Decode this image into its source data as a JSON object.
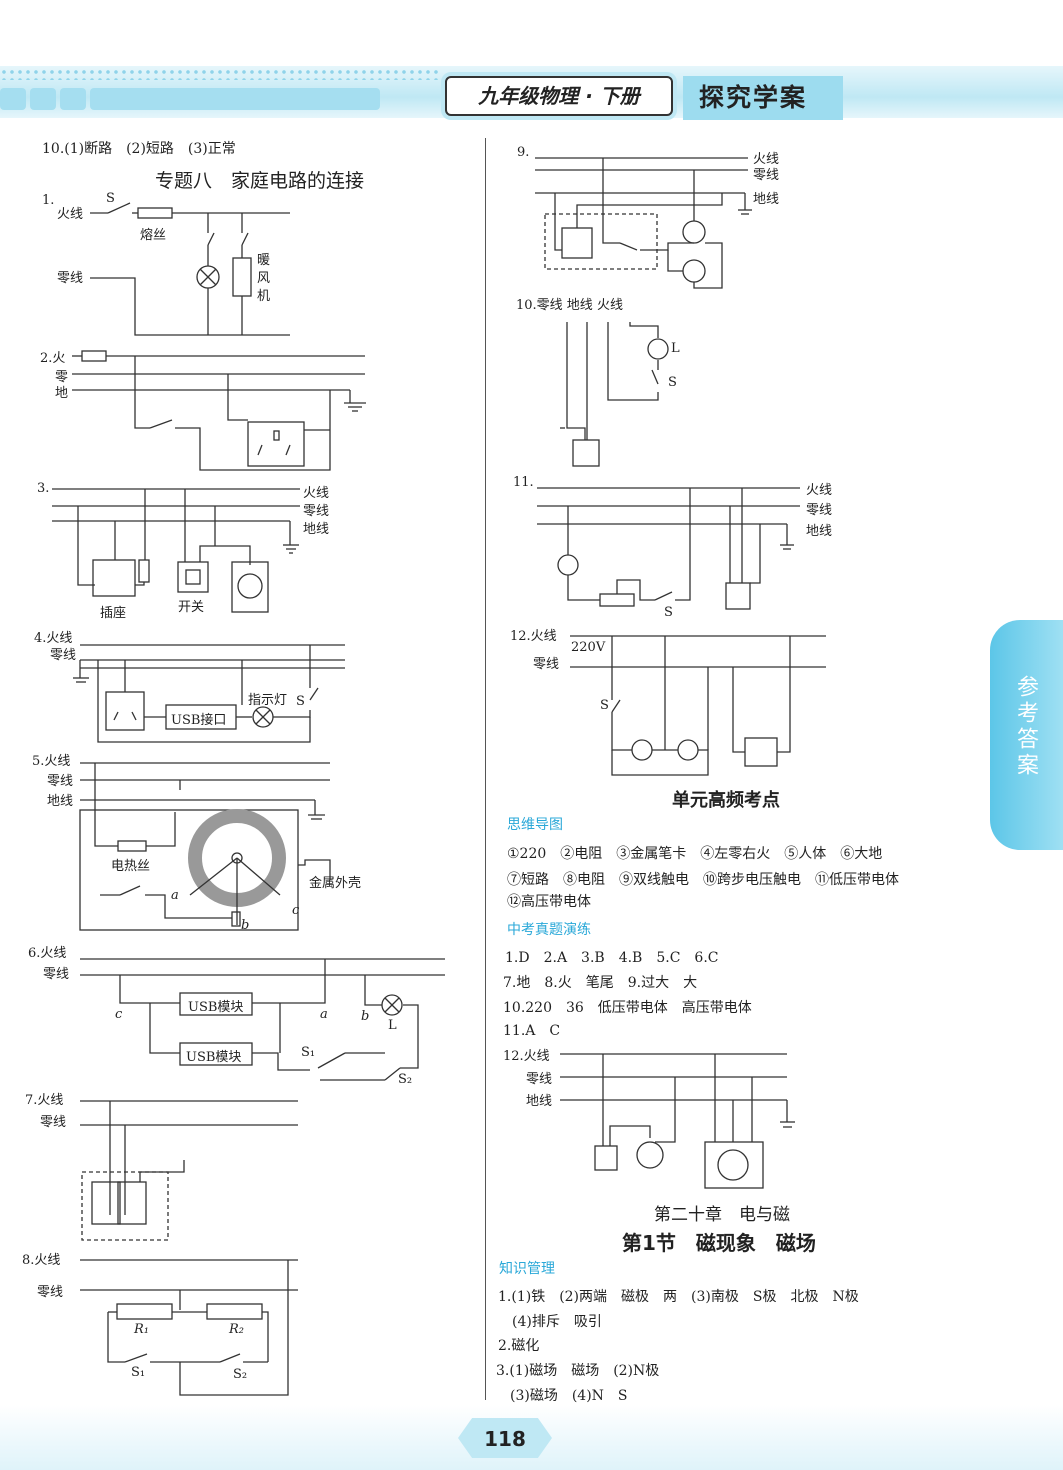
{
  "header": {
    "book_title": "九年级物理 · 下册",
    "brand": "探究学案",
    "side_tab": "参考答案"
  },
  "left": {
    "q10": "10.(1)断路　(2)短路　(3)正常",
    "topic_title": "专题八　家庭电路的连接",
    "d1": {
      "num": "1.",
      "live": "火线",
      "s": "S",
      "fuse": "熔丝",
      "neutral": "零线",
      "heater": "暖风机"
    },
    "d2": {
      "num": "2.火",
      "neutral": "零",
      "earth": "地"
    },
    "d3": {
      "num": "3.",
      "live": "火线",
      "neutral": "零线",
      "earth": "地线",
      "socket": "插座",
      "switch": "开关"
    },
    "d4": {
      "num": "4.火线",
      "neutral": "零线",
      "usb": "USB接口",
      "indicator": "指示灯",
      "s": "S"
    },
    "d5": {
      "num": "5.火线",
      "neutral": "零线",
      "earth": "地线",
      "wire": "电热丝",
      "shell": "金属外壳",
      "a": "a",
      "b": "b",
      "c": "c"
    },
    "d6": {
      "num": "6.火线",
      "neutral": "零线",
      "usb1": "USB模块",
      "usb2": "USB模块",
      "a": "a",
      "b": "b",
      "c": "c",
      "l": "L",
      "s1": "S₁",
      "s2": "S₂"
    },
    "d7": {
      "num": "7.火线",
      "neutral": "零线"
    },
    "d8": {
      "num": "8.火线",
      "neutral": "零线",
      "r1": "R₁",
      "r2": "R₂",
      "s1": "S₁",
      "s2": "S₂"
    }
  },
  "right": {
    "d9": {
      "num": "9.",
      "live": "火线",
      "neutral": "零线",
      "earth": "地线"
    },
    "d10": {
      "num": "10.零线 地线 火线",
      "l": "L",
      "s": "S"
    },
    "d11": {
      "num": "11.",
      "live": "火线",
      "neutral": "零线",
      "earth": "地线",
      "s": "S"
    },
    "d12": {
      "num": "12.火线",
      "neutral": "零线",
      "v": "220V",
      "s": "S"
    },
    "unit_title": "单元高频考点",
    "mind_map_label": "思维导图",
    "mind_map": [
      [
        "①220",
        "②电阻",
        "③金属笔卡",
        "④左零右火",
        "⑤人体",
        "⑥大地"
      ],
      [
        "⑦短路",
        "⑧电阻",
        "⑨双线触电",
        "⑩跨步电压触电",
        "⑪低压带电体"
      ],
      [
        "⑫高压带电体"
      ]
    ],
    "exam_label": "中考真题演练",
    "exam": [
      "1.D　2.A　3.B　4.B　5.C　6.C",
      "7.地　8.火　笔尾　9.过大　大",
      "10.220　36　低压带电体　高压带电体",
      "11.A　C"
    ],
    "d12b": {
      "num": "12.火线",
      "neutral": "零线",
      "earth": "地线"
    },
    "chapter": "第二十章　电与磁",
    "section": "第1节　磁现象　磁场",
    "knowledge_label": "知识管理",
    "knowledge": [
      "1.(1)铁　(2)两端　磁极　两　(3)南极　S极　北极　N极",
      "　(4)排斥　吸引",
      "2.磁化",
      "3.(1)磁场　磁场　(2)N极",
      "　(3)磁场　(4)N　S"
    ]
  },
  "footer": {
    "page": "118"
  }
}
